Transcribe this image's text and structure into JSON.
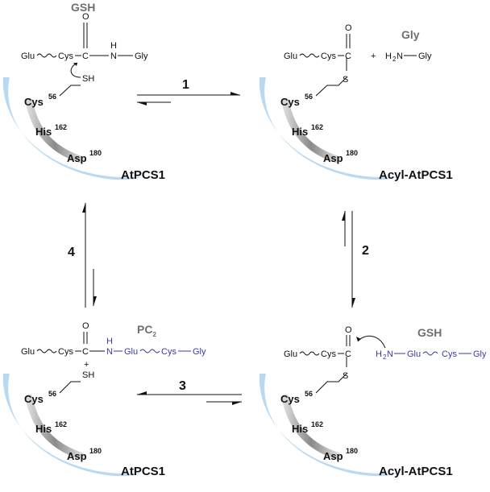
{
  "labels": {
    "glu": "Glu",
    "cys": "Cys",
    "gly": "Gly",
    "c": "C",
    "o": "O",
    "n": "N",
    "h": "H",
    "s": "S",
    "sh": "SH",
    "h2": "2",
    "plus": "+",
    "gsh": "GSH",
    "gly_product": "Gly",
    "pc": "PC",
    "pc_sub": "2"
  },
  "residues": {
    "cys": "Cys",
    "cys_num": "56",
    "his": "His",
    "his_num": "162",
    "asp": "Asp",
    "asp_num": "180"
  },
  "states": {
    "top_left": "AtPCS1",
    "top_right": "Acyl-AtPCS1",
    "bottom_right": "Acyl-AtPCS1",
    "bottom_left": "AtPCS1"
  },
  "steps": [
    "1",
    "2",
    "3",
    "4"
  ],
  "colors": {
    "enzyme_blue": "#b9d9f2",
    "catalytic_gray": "#8a8a8a",
    "pc_blue": "#3a3aa6",
    "label_gray": "#6f6f6f"
  }
}
